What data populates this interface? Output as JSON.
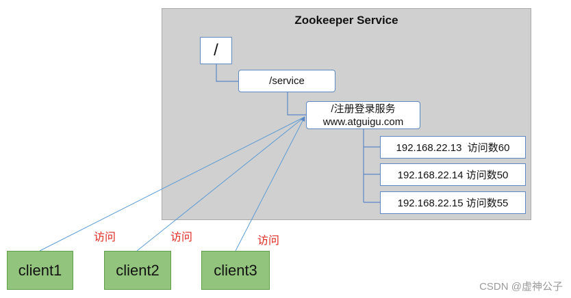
{
  "service": {
    "title": "Zookeeper Service"
  },
  "tree": {
    "root_label": "/",
    "service_label": "/service",
    "register_line1": "/注册登录服务",
    "register_line2": "www.atguigu.com",
    "servers": [
      "192.168.22.13  访问数60",
      "192.168.22.14 访问数50",
      "192.168.22.15 访问数55"
    ]
  },
  "clients": [
    {
      "label": "client1",
      "access_label": "访问"
    },
    {
      "label": "client2",
      "access_label": "访问"
    },
    {
      "label": "client3",
      "access_label": "访问"
    }
  ],
  "watermark": "CSDN @虚神公子",
  "colors": {
    "panel": "#d0d0d0",
    "node_border": "#5b87c5",
    "client_fill": "#93c47d",
    "access_text": "#e0281f"
  }
}
